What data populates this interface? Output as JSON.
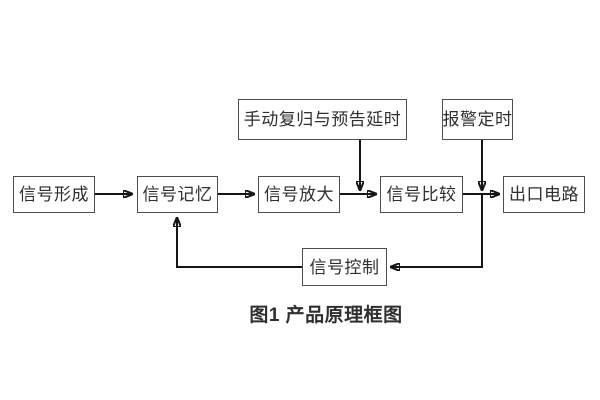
{
  "diagram": {
    "caption": "图1 产品原理框图",
    "nodes": {
      "signal_forming": {
        "label": "信号形成"
      },
      "signal_memory": {
        "label": "信号记忆"
      },
      "signal_amplify": {
        "label": "信号放大"
      },
      "signal_compare": {
        "label": "信号比较"
      },
      "output_circuit": {
        "label": "出口电路"
      },
      "manual_reset": {
        "label": "手动复归与预告延时"
      },
      "alarm_timer": {
        "label": "报警定时"
      },
      "signal_control": {
        "label": "信号控制"
      }
    },
    "edges": [
      {
        "from": "signal_forming",
        "to": "signal_memory"
      },
      {
        "from": "signal_memory",
        "to": "signal_amplify"
      },
      {
        "from": "signal_amplify",
        "to": "signal_compare"
      },
      {
        "from": "signal_compare",
        "to": "output_circuit"
      },
      {
        "from": "manual_reset",
        "to": "signal_amplify-signal_compare-link"
      },
      {
        "from": "alarm_timer",
        "to": "signal_compare-output_circuit-link"
      },
      {
        "from": "signal_compare-output_circuit-link",
        "to": "signal_control"
      },
      {
        "from": "signal_control",
        "to": "signal_memory"
      }
    ],
    "colors": {
      "background": "#ffffff",
      "box_border": "#4f4f4f",
      "text": "#2f2f2f",
      "connector": "#151515"
    }
  }
}
